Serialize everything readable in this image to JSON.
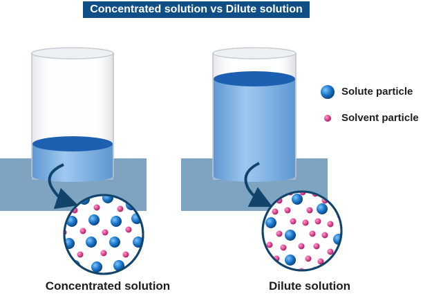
{
  "title": "Concentrated solution vs Dilute solution",
  "beakers": [
    {
      "caption": "Concentrated solution",
      "fill_level": 0.3
    },
    {
      "caption": "Dilute solution",
      "fill_level": 0.85
    }
  ],
  "legend": {
    "solute_label": "Solute particle",
    "solvent_label": "Solvent particle"
  },
  "colors": {
    "banner": "#0f4f86",
    "liquid_top": "#1d5fb0",
    "liquid_body": "#8cbbe8",
    "solute": "#1976c8",
    "solvent": "#d9408c",
    "table": "#7ea4c2",
    "arrow": "#11436b"
  }
}
